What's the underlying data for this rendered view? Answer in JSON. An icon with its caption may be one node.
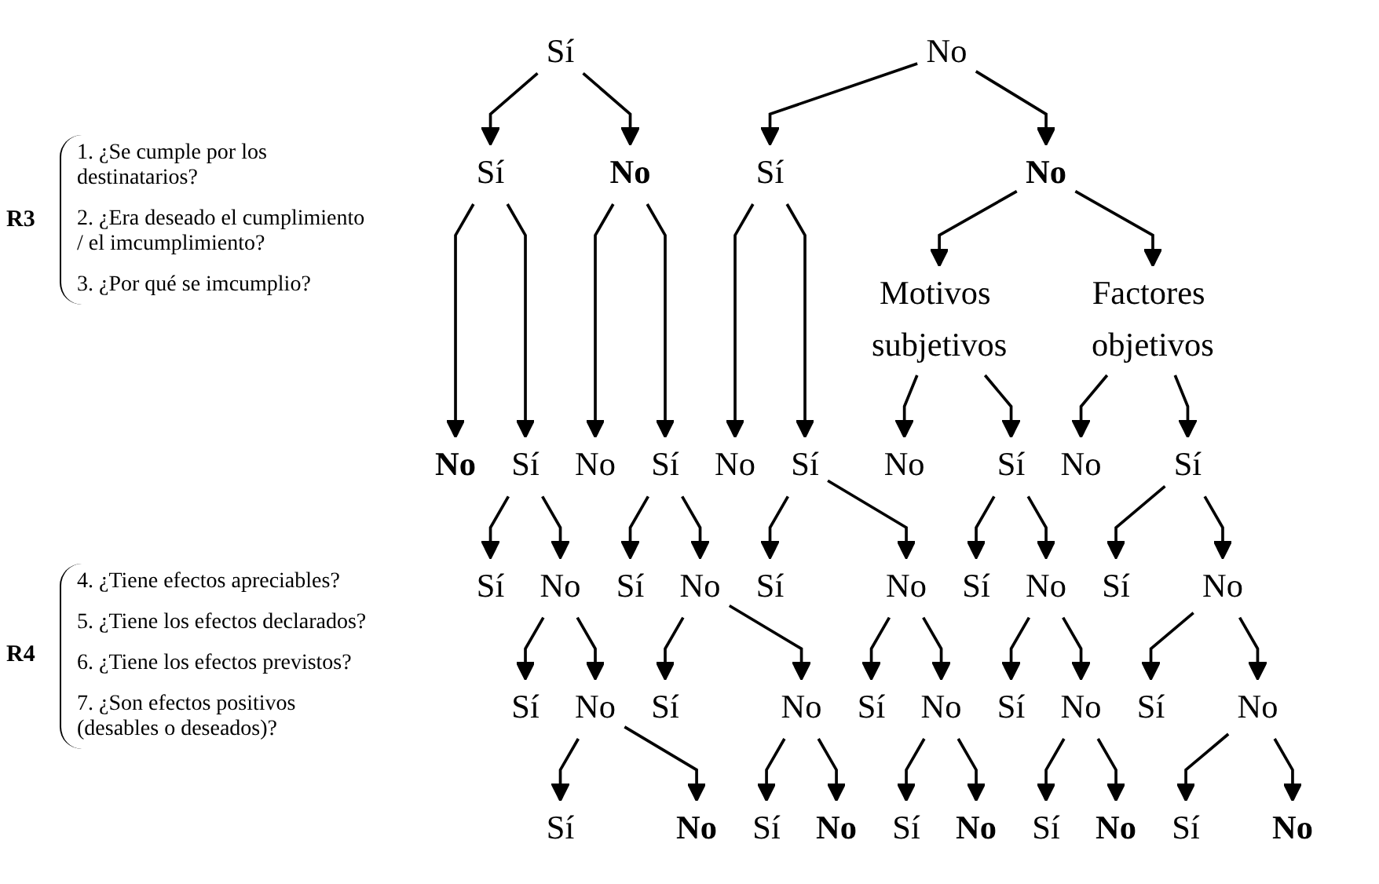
{
  "diagram": {
    "nodes": [
      {
        "text": [
          "Sí"
        ]
      },
      {
        "text": [
          "No"
        ]
      },
      {
        "text": [
          "Sí"
        ]
      },
      {
        "text": [
          "No"
        ]
      },
      {
        "text": [
          "Sí"
        ]
      },
      {
        "text": [
          "No"
        ]
      },
      {
        "text": [
          "Motivos subjetivos"
        ]
      },
      {
        "text": [
          "Factores objetivos"
        ]
      },
      {
        "text": [
          "No"
        ]
      },
      {
        "text": [
          "Sí"
        ]
      },
      {
        "text": [
          "No"
        ]
      },
      {
        "text": [
          "Sí"
        ]
      },
      {
        "text": [
          "No"
        ]
      },
      {
        "text": [
          "Sí"
        ]
      },
      {
        "text": [
          "No"
        ]
      },
      {
        "text": [
          "Sí"
        ]
      },
      {
        "text": [
          "No"
        ]
      },
      {
        "text": [
          "Sí"
        ]
      },
      {
        "text": [
          "Sí"
        ]
      },
      {
        "text": [
          "No"
        ]
      },
      {
        "text": [
          "Sí"
        ]
      },
      {
        "text": [
          "No"
        ]
      },
      {
        "text": [
          "Sí"
        ]
      },
      {
        "text": [
          "No"
        ]
      },
      {
        "text": [
          "Sí"
        ]
      },
      {
        "text": [
          "No"
        ]
      },
      {
        "text": [
          "Sí"
        ]
      },
      {
        "text": [
          "No"
        ]
      },
      {
        "text": [
          "Sí"
        ]
      },
      {
        "text": [
          "No"
        ]
      },
      {
        "text": [
          "Sí"
        ]
      },
      {
        "text": [
          "No"
        ]
      },
      {
        "text": [
          "Sí"
        ]
      },
      {
        "text": [
          "No"
        ]
      },
      {
        "text": [
          "Sí"
        ]
      },
      {
        "text": [
          "No"
        ]
      },
      {
        "text": [
          "Sí"
        ]
      },
      {
        "text": [
          "No"
        ]
      },
      {
        "text": [
          "Sí"
        ]
      },
      {
        "text": [
          "No"
        ]
      },
      {
        "text": [
          "Sí"
        ]
      },
      {
        "text": [
          "No"
        ]
      },
      {
        "text": [
          "Sí"
        ]
      },
      {
        "text": [
          "No"
        ]
      },
      {
        "text": [
          "Sí"
        ]
      },
      {
        "text": [
          "No"
        ]
      },
      {
        "text": [
          "Sí"
        ]
      },
      {
        "text": [
          "No"
        ]
      }
    ],
    "edges": [
      {
        "from": 0,
        "to": 2,
        "arrow": "to"
      },
      {
        "from": 0,
        "to": 3,
        "arrow": "to"
      },
      {
        "from": 1,
        "to": 4,
        "arrow": "to"
      },
      {
        "from": 1,
        "to": 5,
        "arrow": "to"
      },
      {
        "from": 5,
        "to": 6,
        "arrow": "to"
      },
      {
        "from": 5,
        "to": 7,
        "arrow": "to"
      },
      {
        "from": 2,
        "to": 8,
        "arrow": "to"
      },
      {
        "from": 2,
        "to": 9,
        "arrow": "to"
      },
      {
        "from": 3,
        "to": 10,
        "arrow": "to"
      },
      {
        "from": 3,
        "to": 11,
        "arrow": "to"
      },
      {
        "from": 4,
        "to": 12,
        "arrow": "to"
      },
      {
        "from": 4,
        "to": 13,
        "arrow": "to"
      },
      {
        "from": 6,
        "to": 14,
        "arrow": "to"
      },
      {
        "from": 6,
        "to": 15,
        "arrow": "to"
      },
      {
        "from": 7,
        "to": 16,
        "arrow": "to"
      },
      {
        "from": 7,
        "to": 17,
        "arrow": "to"
      },
      {
        "from": 9,
        "to": 18,
        "arrow": "to"
      },
      {
        "from": 9,
        "to": 19,
        "arrow": "to"
      },
      {
        "from": 19,
        "to": 28,
        "arrow": "to"
      },
      {
        "from": 19,
        "to": 29,
        "arrow": "to"
      },
      {
        "from": 29,
        "to": 38,
        "arrow": "to"
      },
      {
        "from": 29,
        "to": 39,
        "arrow": "to"
      },
      {
        "from": 11,
        "to": 20,
        "arrow": "to"
      },
      {
        "from": 11,
        "to": 21,
        "arrow": "to"
      },
      {
        "from": 21,
        "to": 30,
        "arrow": "to"
      },
      {
        "from": 21,
        "to": 31,
        "arrow": "to"
      },
      {
        "from": 31,
        "to": 40,
        "arrow": "to"
      },
      {
        "from": 31,
        "to": 41,
        "arrow": "to"
      },
      {
        "from": 13,
        "to": 22,
        "arrow": "to"
      },
      {
        "from": 13,
        "to": 23,
        "arrow": "to"
      },
      {
        "from": 23,
        "to": 32,
        "arrow": "to"
      },
      {
        "from": 23,
        "to": 33,
        "arrow": "to"
      },
      {
        "from": 33,
        "to": 42,
        "arrow": "to"
      },
      {
        "from": 33,
        "to": 43,
        "arrow": "to"
      },
      {
        "from": 15,
        "to": 24,
        "arrow": "to"
      },
      {
        "from": 15,
        "to": 25,
        "arrow": "to"
      },
      {
        "from": 25,
        "to": 34,
        "arrow": "to"
      },
      {
        "from": 25,
        "to": 35,
        "arrow": "to"
      },
      {
        "from": 35,
        "to": 44,
        "arrow": "to"
      },
      {
        "from": 35,
        "to": 45,
        "arrow": "to"
      },
      {
        "from": 17,
        "to": 26,
        "arrow": "to"
      },
      {
        "from": 17,
        "to": 27,
        "arrow": "to"
      },
      {
        "from": 27,
        "to": 36,
        "arrow": "to"
      },
      {
        "from": 27,
        "to": 37,
        "arrow": "to"
      },
      {
        "from": 37,
        "to": 46,
        "arrow": "to"
      },
      {
        "from": 37,
        "to": 47,
        "arrow": "to"
      }
    ],
    "labels": [
      "R3",
      "1. ¿Se cumple por los destinatarios?",
      "2. ¿Era deseado el cumplimiento / el imcumplimiento?",
      "3. ¿Por qué se imcumplio?",
      "R4",
      "4. ¿Tiene efectos apreciables?",
      "5. ¿Tiene los efectos declarados?",
      "6. ¿Tiene los efectos previstos?",
      "7. ¿Son efectos positivos (desables o deseados)?"
    ]
  }
}
